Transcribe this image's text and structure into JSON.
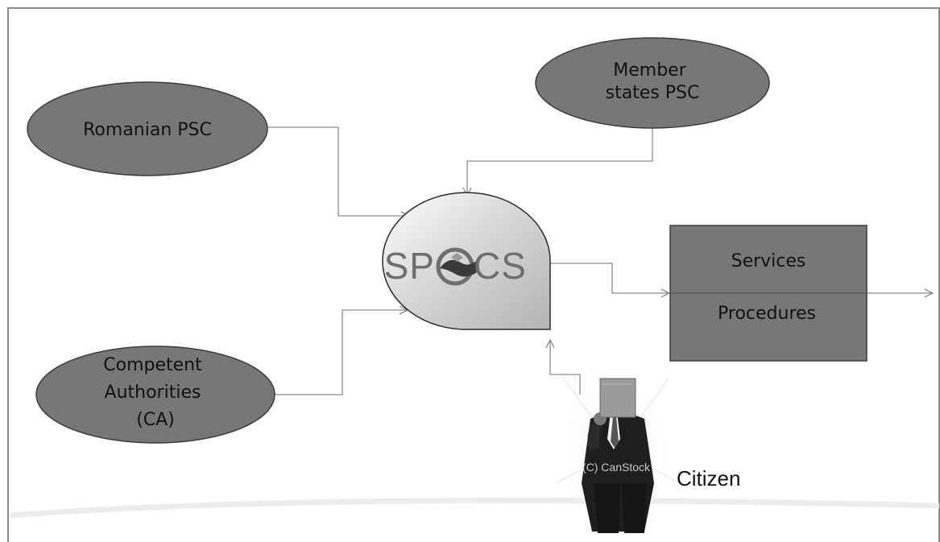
{
  "nodes": {
    "romanian_psc": "Romanian PSC",
    "member_states_psc": [
      "Member",
      "states PSC"
    ],
    "competent_authorities": [
      "Competent",
      "Authorities",
      "(CA)"
    ],
    "spcs_logo": {
      "left": "SP",
      "right": "CS"
    },
    "services": "Services",
    "procedures": "Procedures",
    "citizen": "Citizen"
  },
  "watermark": "(C) CanStock",
  "colors": {
    "ellipse_fill": "#777777",
    "box_fill": "#777777",
    "connector": "#8a8a8a",
    "logo_text": "#6f6f6f"
  }
}
